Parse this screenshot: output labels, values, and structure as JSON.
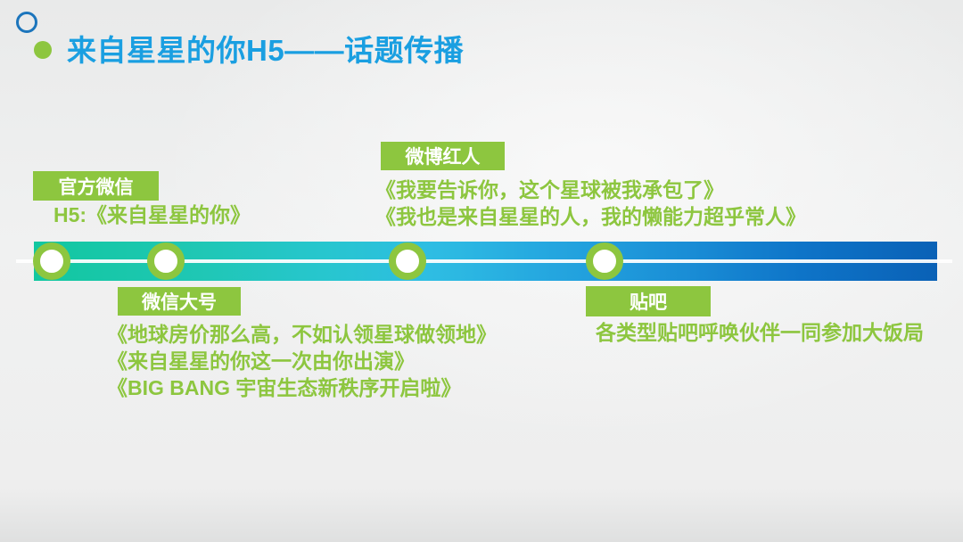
{
  "slide": {
    "title": "来自星星的你H5——话题传播"
  },
  "decor": {
    "ring_icon": "circle-outline",
    "dot_icon": "circle-solid"
  },
  "colors": {
    "title_blue": "#1a9fe1",
    "accent_green": "#8dc63f",
    "bar_gradient": [
      "#12c7a0",
      "#2ebde3",
      "#1a8ed6",
      "#0a61b6"
    ],
    "node_fill": "#ffffff",
    "background": "#eeeeee"
  },
  "timeline": {
    "groups": [
      {
        "label": "官方微信",
        "side": "above",
        "lines": [
          "H5:《来自星星的你》"
        ]
      },
      {
        "label": "微信大号",
        "side": "below",
        "lines": [
          "《地球房价那么高，不如认领星球做领地》",
          "《来自星星的你这一次由你出演》",
          "《BIG BANG 宇宙生态新秩序开启啦》"
        ]
      },
      {
        "label": "微博红人",
        "side": "above",
        "lines": [
          "《我要告诉你，这个星球被我承包了》",
          "《我也是来自星星的人，我的懒能力超乎常人》"
        ]
      },
      {
        "label": "贴吧",
        "side": "below",
        "lines": [
          "各类型贴吧呼唤伙伴一同参加大饭局"
        ]
      }
    ]
  }
}
